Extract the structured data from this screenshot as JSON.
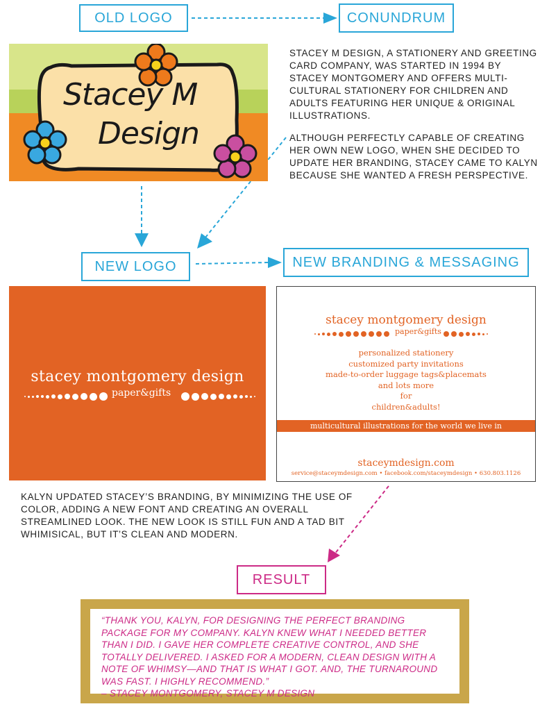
{
  "labels": {
    "old_logo": "OLD LOGO",
    "conundrum": "CONUNDRUM",
    "new_logo": "NEW LOGO",
    "new_branding": "NEW BRANDING & MESSAGING",
    "result": "RESULT"
  },
  "old_logo": {
    "line1": "Stacey M",
    "line2": "Design"
  },
  "conundrum": {
    "paragraph1": "STACEY M DESIGN, A STATIONERY AND GREETING CARD COMPANY, WAS STARTED IN 1994 BY STACEY MONTGOMERY AND OFFERS MULTI-CULTURAL STATIONERY FOR CHILDREN AND ADULTS FEATURING HER UNIQUE & ORIGINAL ILLUSTRATIONS.",
    "paragraph2": "ALTHOUGH PERFECTLY CAPABLE OF CREATING HER OWN NEW LOGO, WHEN SHE DECIDED TO UPDATE HER BRANDING, STACEY CAME TO KALYN BECAUSE SHE WANTED A FRESH PERSPECTIVE."
  },
  "new_logo": {
    "name": "stacey montgomery design",
    "sub": "paper&gifts"
  },
  "branding_card": {
    "title": "stacey montgomery design",
    "sub": "paper&gifts",
    "lines": [
      "personalized stationery",
      "customized party invitations",
      "made-to-order luggage tags&placemats",
      "and lots more",
      "for",
      "children&adults!"
    ],
    "band": "multicultural illustrations for the world we live in",
    "website": "staceymdesign.com",
    "contact": "service@staceymdesign.com • facebook.com/staceymdesign • 630.803.1126"
  },
  "description": "KALYN UPDATED STACEY’S BRANDING, BY MINIMIZING THE USE OF COLOR, ADDING A NEW FONT AND CREATING AN OVERALL STREAMLINED LOOK.  THE NEW LOOK IS STILL FUN AND A TAD BIT WHIMISICAL, BUT IT’S CLEAN AND MODERN.",
  "quote": {
    "text": "“THANK YOU, KALYN, FOR DESIGNING THE PERFECT BRANDING PACKAGE FOR MY COMPANY.  KALYN KNEW WHAT I NEEDED BETTER THAN I DID.  I GAVE HER COMPLETE CREATIVE CONTROL, AND SHE TOTALLY DELIVERED.  I ASKED FOR A MODERN, CLEAN DESIGN WITH A NOTE OF WHIMSY—AND THAT IS WHAT I GOT.  AND, THE TURNAROUND WAS FAST.  I HIGHLY RECOMMEND.”",
    "author": "– STACEY MONTGOMERY, STACEY M DESIGN"
  },
  "colors": {
    "label_blue": "#29a6d8",
    "result_pink": "#cc2a86",
    "brand_orange": "#e26324",
    "gold_frame": "#c9a64a",
    "old_logo_green": "#d8e58a",
    "old_logo_orange": "#f08a24",
    "old_logo_cream": "#fbe0a8"
  },
  "icons": [
    "flower-icon",
    "dashed-arrow-icon"
  ]
}
